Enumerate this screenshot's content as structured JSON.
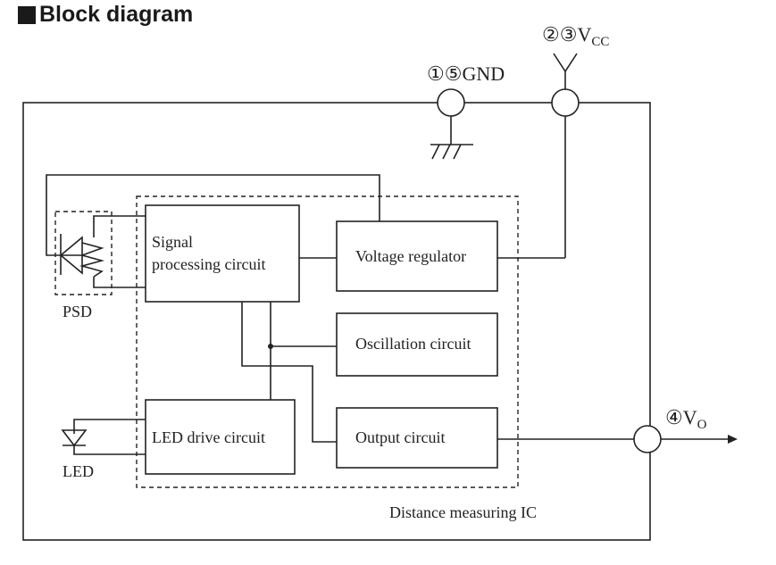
{
  "title": "Block diagram",
  "blocks": {
    "signal_processing": [
      "Signal",
      "processing circuit"
    ],
    "voltage_regulator": "Voltage regulator",
    "oscillation": "Oscillation circuit",
    "led_drive": "LED drive circuit",
    "output": "Output circuit"
  },
  "components": {
    "psd": "PSD",
    "led": "LED"
  },
  "ic_label": "Distance measuring IC",
  "pins": {
    "gnd": {
      "numbers": "①⑤",
      "name": "GND"
    },
    "vcc": {
      "numbers": "②③",
      "name": "V",
      "sub": "CC"
    },
    "vo": {
      "numbers": "④",
      "name": "V",
      "sub": "O"
    }
  }
}
